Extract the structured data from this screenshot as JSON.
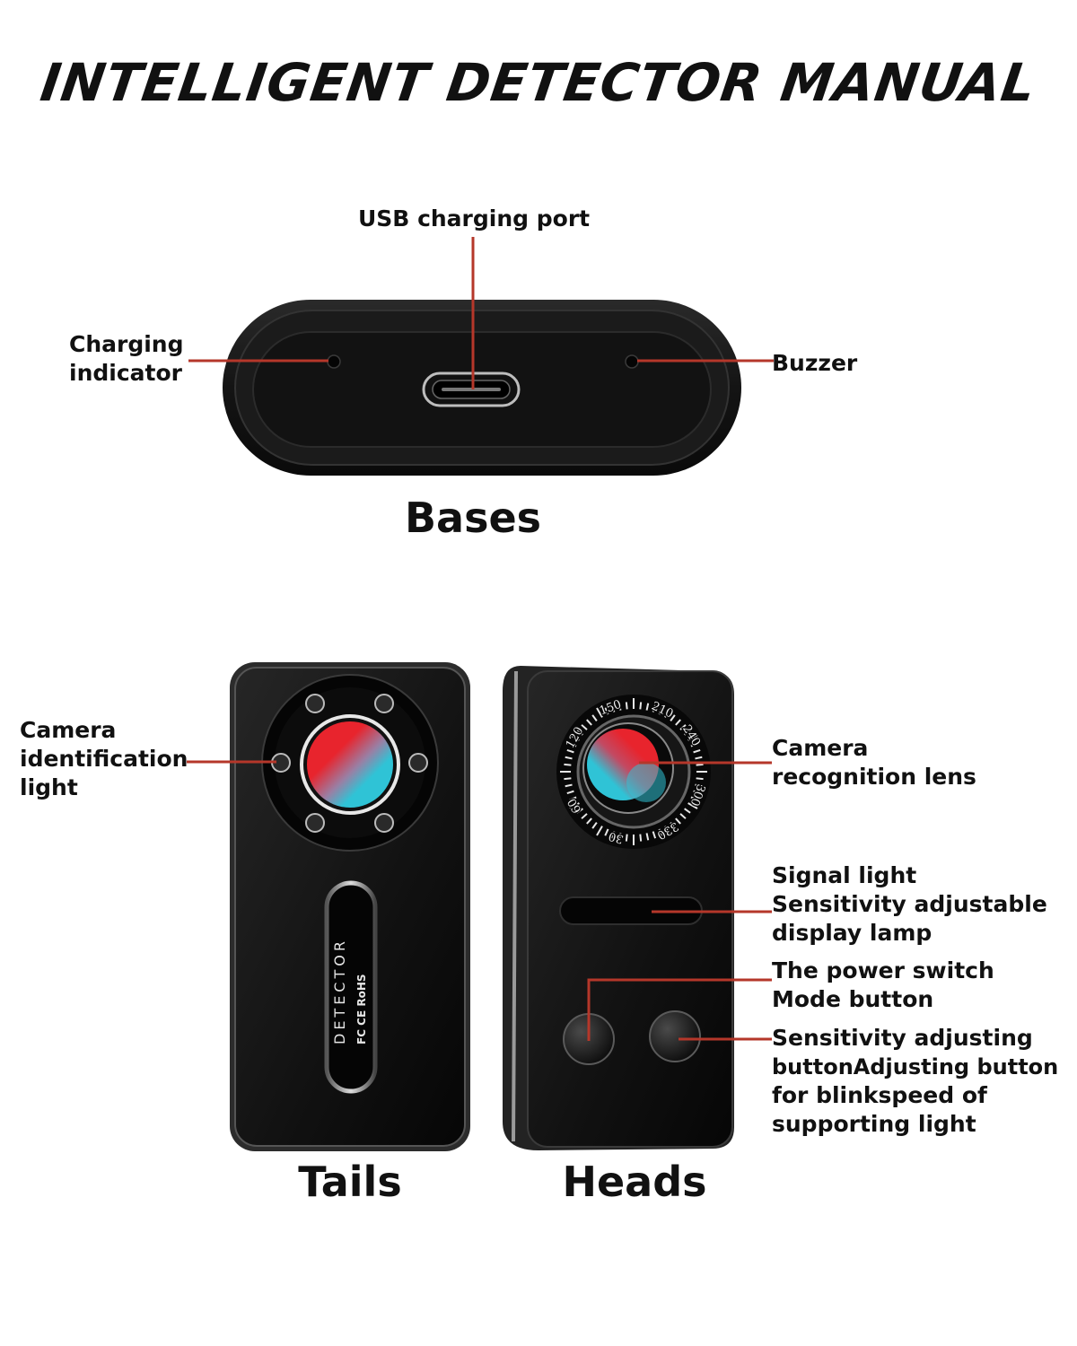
{
  "title": "INTELLIGENT DETECTOR MANUAL",
  "bases": {
    "caption": "Bases",
    "labels": {
      "usb_port": "USB charging port",
      "charging_indicator_1": "Charging",
      "charging_indicator_2": "indicator",
      "buzzer": "Buzzer"
    }
  },
  "tails": {
    "caption": "Tails",
    "labels": {
      "camera_light_1": "Camera",
      "camera_light_2": "identification",
      "camera_light_3": "light"
    },
    "plate": {
      "brand": "DETECTOR",
      "marks": "FC CE RoHS"
    }
  },
  "heads": {
    "caption": "Heads",
    "dial_numbers": [
      "150",
      "210",
      "240",
      "300",
      "330",
      "30",
      "60",
      "120"
    ],
    "labels": {
      "lens_1": "Camera",
      "lens_2": "recognition lens",
      "signal_1": "Signal light",
      "signal_2": "Sensitivity adjustable",
      "signal_3": "display lamp",
      "power_1": "The power switch",
      "power_2": "Mode button",
      "sens_1": "Sensitivity adjusting",
      "sens_2": "buttonAdjusting button",
      "sens_3": "for blinkspeed of",
      "sens_4": "supporting light"
    }
  },
  "colors": {
    "leader": "#b5372a",
    "device": "#141414",
    "lens_red": "#e8242d",
    "lens_cyan": "#2fc3d6"
  }
}
